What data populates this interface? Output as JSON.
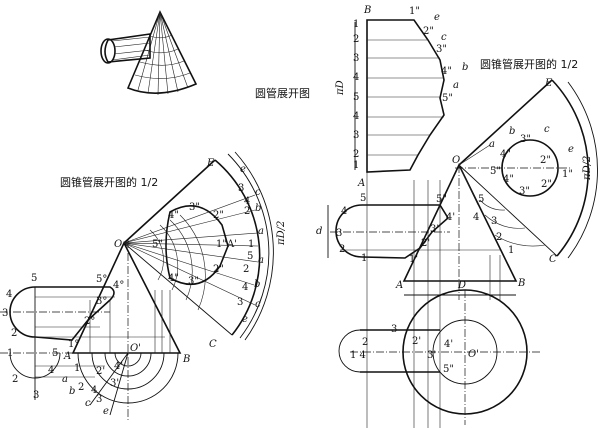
{
  "titles": {
    "left_half_cone": "圆锥管展开图的 1/2",
    "right_half_cone": "圆锥管展开图的 1/2",
    "tube_development": "圆管展开图"
  },
  "left_labels": [
    "O",
    "E",
    "B",
    "C",
    "A",
    "O'",
    "πD/2",
    "e",
    "e",
    "c",
    "c",
    "b",
    "b",
    "a",
    "a",
    "1\"A'",
    "1",
    "5",
    "2",
    "4",
    "3",
    "2",
    "4",
    "3",
    "2\"",
    "3\"",
    "4\"",
    "5\"",
    "4\"",
    "3\"",
    "2\"",
    "5",
    "4",
    "3",
    "2",
    "1",
    "2",
    "3",
    "4",
    "5",
    "5°",
    "4°",
    "3°",
    "2°",
    "1°",
    "1",
    "a",
    "2",
    "b",
    "4",
    "c",
    "3",
    "e",
    "2'",
    "4'",
    "3'"
  ],
  "right_labels": [
    "B",
    "1\"",
    "e",
    "2\"",
    "c",
    "3\"",
    "b",
    "4\"",
    "a",
    "5\"",
    "1",
    "2",
    "3",
    "4",
    "5",
    "4",
    "3",
    "2",
    "1",
    "A",
    "πD",
    "E",
    "O",
    "πD/2",
    "C",
    "B",
    "A",
    "D",
    "d",
    "5",
    "4",
    "3",
    "2",
    "1",
    "5\"",
    "4'",
    "3'",
    "2'",
    "1'",
    "5",
    "4",
    "3",
    "2",
    "1",
    "a",
    "b",
    "c",
    "e",
    "4\"",
    "3\"",
    "2\"",
    "5\"",
    "4\"",
    "3\"",
    "2\"",
    "1\"",
    "3",
    "2",
    "1 4",
    "2'",
    "3'",
    "4'",
    "O'",
    "5\""
  ],
  "colors": {
    "ink": "#111111",
    "background": "#ffffff"
  }
}
